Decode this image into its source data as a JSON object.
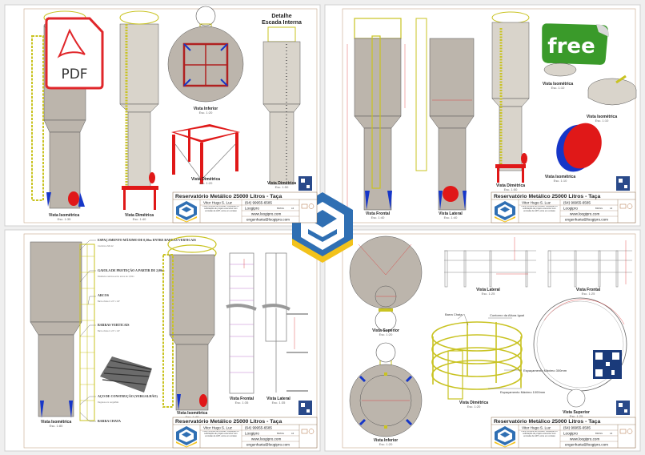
{
  "title_block": {
    "title": "Reservatório Metálico 25000 Litros - Taça",
    "author": "Vitor Hugo S. Luz",
    "phone": "(64) 99955-6585",
    "company": "Loogipro",
    "website": "www.loogipro.com",
    "email": "engenharia@loogipro.com",
    "country": "BRASIL",
    "sheet_size": "A3",
    "note": "Para consulta de dúvidas, validação ou solicitação de projeto executivo com emissão de ART, entre em contato"
  },
  "badges": {
    "pdf_label": "PDF",
    "free_label": "free"
  },
  "sheet1": {
    "detail_title_line1": "Detalhe",
    "detail_title_line2": "Escada Interna",
    "views": [
      {
        "name": "Vista Isométrica",
        "scale": "Esc. 1:35"
      },
      {
        "name": "Vista Dimétrica",
        "scale": "Esc. 1:40"
      },
      {
        "name": "Vista Inferior",
        "scale": "Esc. 1:20"
      },
      {
        "name": "Vista Dimétrica",
        "scale": "Esc. 1:20"
      },
      {
        "name": "Vista Dimétrica",
        "scale": "Esc. 1:50"
      }
    ]
  },
  "sheet2": {
    "views": [
      {
        "name": "Vista Frontal",
        "scale": "Esc. 1:40"
      },
      {
        "name": "Vista Lateral",
        "scale": "Esc. 1:40"
      },
      {
        "name": "Vista Dimétrica",
        "scale": "Esc. 1:50"
      },
      {
        "name": "Vista Isométrica",
        "scale": "Esc. 1:10"
      },
      {
        "name": "Vista Isométrica",
        "scale": "Esc. 1:10"
      },
      {
        "name": "Vista Isométrica",
        "scale": "Esc. 1:10"
      }
    ]
  },
  "sheet3": {
    "views": [
      {
        "name": "Vista Isométrica",
        "scale": "Esc. 1:80"
      },
      {
        "name": "Vista Isométrica",
        "scale": "Esc. 1:40"
      },
      {
        "name": "Vista Frontal",
        "scale": "Esc. 1:35"
      },
      {
        "name": "Vista Lateral",
        "scale": "Esc. 1:35"
      }
    ],
    "notes": [
      {
        "heading": "ESPAÇAMENTO MÁXIMO DE 0,30m ENTRE BARRAS VERTICAIS",
        "text": "Conforme NR-12"
      },
      {
        "heading": "GAIOLA DE PROTEÇÃO A PARTIR DE 2,00m",
        "text": "Distância máxima entre arcos de 1,50m"
      },
      {
        "heading": "ARCOS",
        "text": "Barra chata 1 1/4\" x 1/4\""
      },
      {
        "heading": "BARRAS VERTICAIS",
        "text": "Barra chata 1 1/4\" x 1/4\""
      },
      {
        "heading": "AÇO DE CONSTRUÇÃO (VERGALHÃO)",
        "text": "Degraus em vergalhão"
      },
      {
        "heading": "BARRA CHATA",
        "text": ""
      }
    ]
  },
  "sheet4": {
    "views": [
      {
        "name": "Vista Superior",
        "scale": "Esc. 1:20"
      },
      {
        "name": "Vista Inferior",
        "scale": "Esc. 1:20"
      },
      {
        "name": "Vista Lateral",
        "scale": "Esc. 1:25"
      },
      {
        "name": "Vista Frontal",
        "scale": "Esc. 1:25"
      },
      {
        "name": "Vista Dimétrica",
        "scale": "Esc. 1:20"
      },
      {
        "name": "Vista Superior",
        "scale": "Esc. 1:25"
      }
    ],
    "callouts": {
      "flat_bar": "Barra Chata",
      "contour": "Contorno da Altura Igual",
      "spacing_300": "Espaçamento Máximo 300mm",
      "spacing_1000": "Espaçamento Máximo 1000mm"
    }
  },
  "colors": {
    "tank": "#bcb5ac",
    "ladder": "#c9c322",
    "structure": "#e01818",
    "accent_blue": "#1636c8",
    "free_green": "#3a9a2a",
    "pdf_red": "#e0262a"
  }
}
